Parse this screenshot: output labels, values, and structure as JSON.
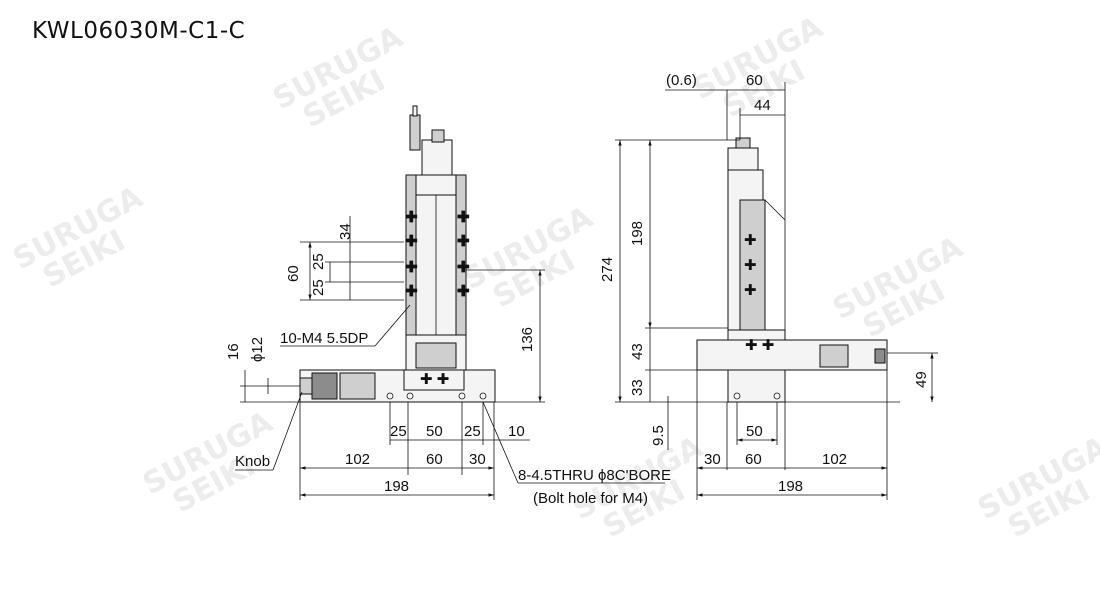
{
  "title": "KWL06030M-C1-C",
  "watermark": {
    "line1": "SURUGA",
    "line2": "SEIKI"
  },
  "front_view": {
    "dims": {
      "d34": "34",
      "d25a": "25",
      "d25b": "25",
      "d60v": "60",
      "d16": "16",
      "d12": "ϕ12",
      "d136": "136",
      "b25a": "25",
      "b50": "50",
      "b25b": "25",
      "b10": "10",
      "w102": "102",
      "w60": "60",
      "w30": "30",
      "w198": "198"
    },
    "labels": {
      "tapped": "10-M4 5.5DP",
      "knob": "Knob",
      "bolt1": "8-4.5THRU ϕ8C'BORE",
      "bolt2": "(Bolt hole for M4)"
    }
  },
  "side_view": {
    "dims": {
      "p06": "(0.6)",
      "t60": "60",
      "t44": "44",
      "h198": "198",
      "h274": "274",
      "h43": "43",
      "h33": "33",
      "h95": "9.5",
      "r49": "49",
      "b50": "50",
      "w30": "30",
      "w60": "60",
      "w102": "102",
      "w198": "198"
    }
  }
}
